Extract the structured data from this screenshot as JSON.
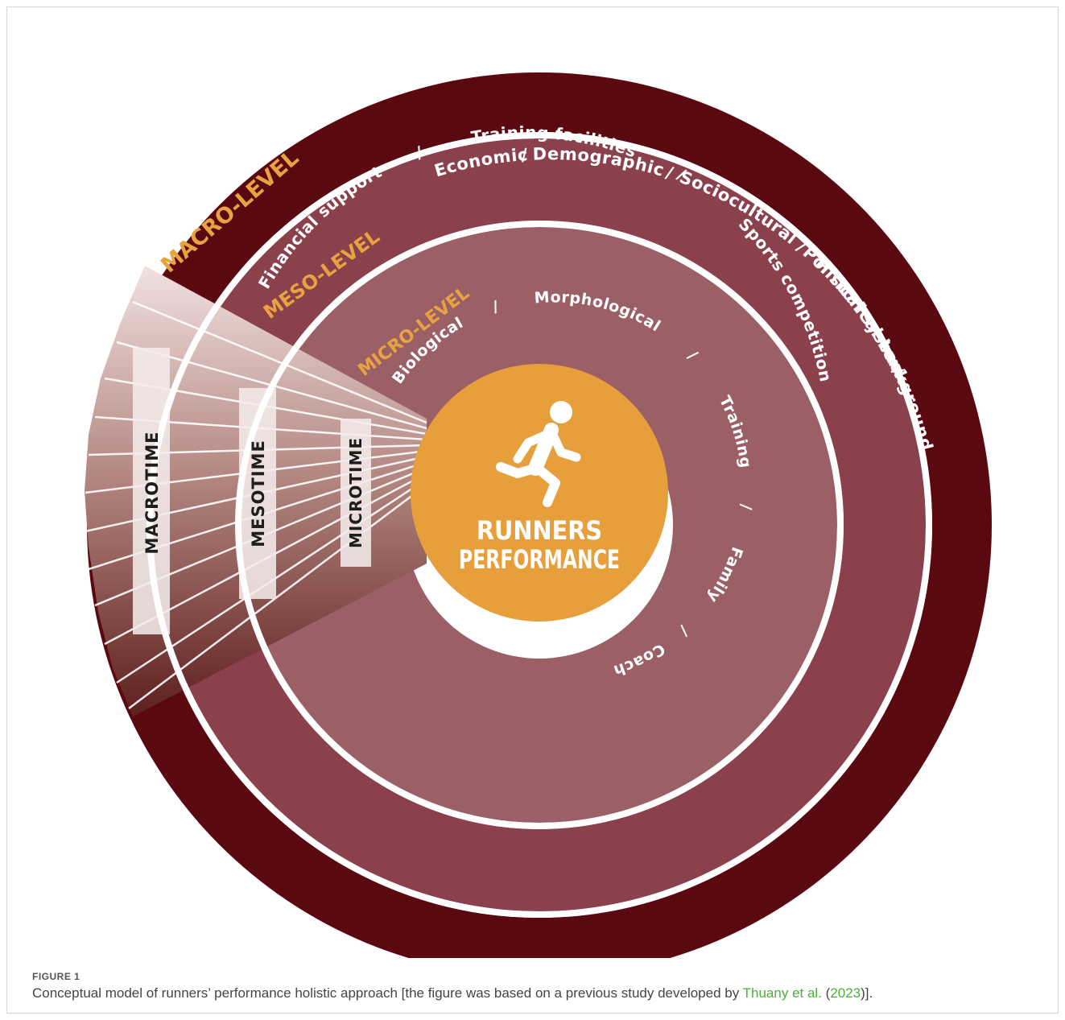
{
  "diagram": {
    "center": {
      "line1": "RUNNERS",
      "line2": "PERFORMANCE",
      "icon": "running-person-icon"
    },
    "macro": {
      "label": "MACRO-LEVEL",
      "items": [
        "Economic",
        "Demographic",
        "Sociocultural",
        "Political system",
        "Historical background"
      ]
    },
    "meso": {
      "label": "MESO-LEVEL",
      "items": [
        "Financial support",
        "Training facilities",
        "Sports competition"
      ]
    },
    "micro": {
      "label": "MICRO-LEVEL",
      "items": [
        "Biological",
        "Morphological",
        "Training",
        "Family",
        "Coach"
      ]
    },
    "time": {
      "macro": "MACROTIME",
      "meso": "MESOTIME",
      "micro": "MICROTIME"
    },
    "separator": "/",
    "colors": {
      "macro": "#5b0910",
      "meso": "#8b414c",
      "micro": "#9b6066",
      "center": "#e69f3a",
      "level_label": "#e8a242"
    }
  },
  "caption": {
    "label": "FIGURE 1",
    "text_before": "Conceptual model of runners’ performance holistic approach [the figure was based on a previous study developed by ",
    "link_authors": "Thuany et al.",
    "text_mid": " (",
    "link_year": "2023",
    "text_after": ")]."
  }
}
